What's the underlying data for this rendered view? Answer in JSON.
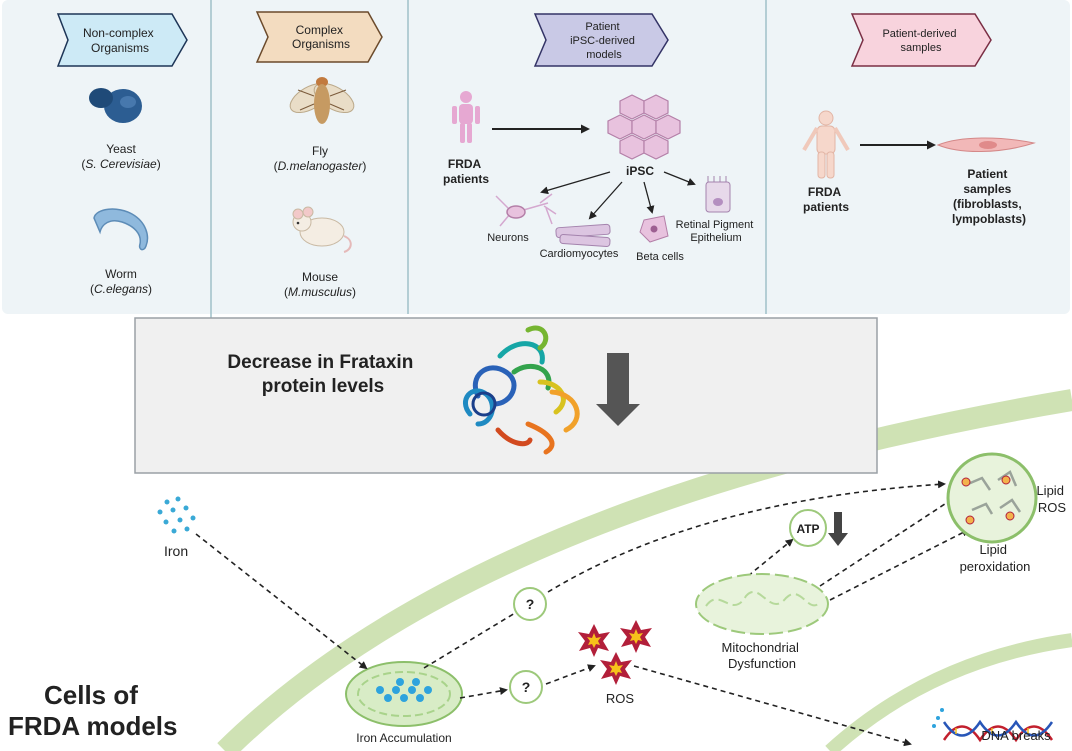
{
  "models": {
    "headers": {
      "non_complex": [
        "Non-complex",
        "Organisms"
      ],
      "complex": [
        "Complex",
        "Organisms"
      ],
      "ipsc": [
        "Patient",
        "iPSC-derived",
        "models"
      ],
      "patient": [
        "Patient-derived",
        "samples"
      ]
    },
    "yeast": {
      "name": "Yeast",
      "species": "S. Cerevisiae"
    },
    "worm": {
      "name": "Worm",
      "species": "C.elegans"
    },
    "fly": {
      "name": "Fly",
      "species": "D.melanogaster"
    },
    "mouse": {
      "name": "Mouse",
      "species": "M.musculus"
    },
    "ipsc_panel": {
      "frda": [
        "FRDA",
        "patients"
      ],
      "ipsc": "iPSC",
      "neurons": "Neurons",
      "cardiomyocytes": "Cardiomyocytes",
      "beta_cells": "Beta cells",
      "rpe": [
        "Retinal Pigment",
        "Epithelium"
      ]
    },
    "patient_panel": {
      "frda": [
        "FRDA",
        "patients"
      ],
      "samples": [
        "Patient",
        "samples",
        "(fibroblasts,",
        "lympoblasts)"
      ]
    }
  },
  "frataxin": {
    "label": [
      "Decrease in Frataxin",
      "protein levels"
    ]
  },
  "cell": {
    "title": [
      "Cells of",
      "FRDA models"
    ],
    "iron": "Iron",
    "iron_accumulation": "Iron Accumulation",
    "question": "?",
    "ros": "ROS",
    "atp": "ATP",
    "mito": [
      "Mitochondrial",
      "Dysfunction"
    ],
    "lipid_ros": [
      "Lipid",
      "ROS"
    ],
    "lipid_perox": [
      "Lipid",
      "peroxidation"
    ],
    "dna": "DNA breaks"
  },
  "colors": {
    "panel_bg": "#eef4f7",
    "non_complex_banner": "#cdeaf6",
    "complex_banner": "#f3dcc0",
    "ipsc_banner": "#c9c9e6",
    "patient_banner": "#f8d3dd",
    "membrane": "#cfe2b4",
    "accent_green": "#9dc97b"
  }
}
